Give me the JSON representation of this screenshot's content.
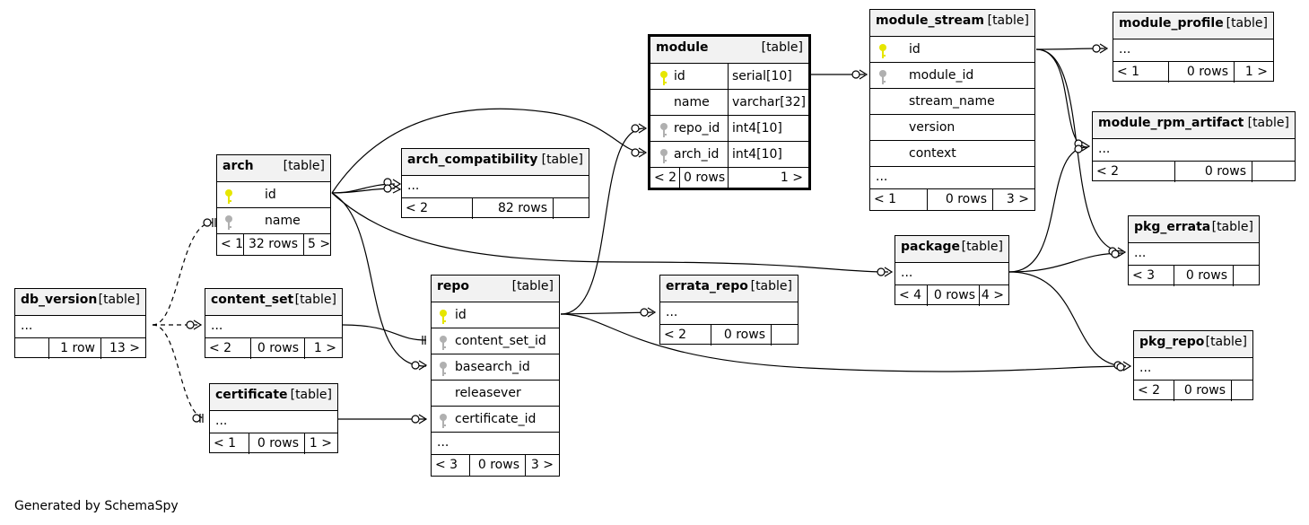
{
  "caption": "Generated by SchemaSpy",
  "tables": {
    "db_version": {
      "name": "db_version",
      "type": "[table]",
      "ellipsis": "...",
      "footer": [
        "",
        "1 row",
        "13 >"
      ]
    },
    "arch": {
      "name": "arch",
      "type": "[table]",
      "columns": [
        {
          "name": "id",
          "key": "primary"
        },
        {
          "name": "name",
          "key": "foreign"
        }
      ],
      "footer": [
        "< 1",
        "32 rows",
        "5 >"
      ]
    },
    "content_set": {
      "name": "content_set",
      "type": "[table]",
      "ellipsis": "...",
      "footer": [
        "< 2",
        "0 rows",
        "1 >"
      ]
    },
    "certificate": {
      "name": "certificate",
      "type": "[table]",
      "ellipsis": "...",
      "footer": [
        "< 1",
        "0 rows",
        "1 >"
      ]
    },
    "arch_compatibility": {
      "name": "arch_compatibility",
      "type": "[table]",
      "ellipsis": "...",
      "footer": [
        "< 2",
        "82 rows",
        ""
      ]
    },
    "repo": {
      "name": "repo",
      "type": "[table]",
      "columns": [
        {
          "name": "id",
          "key": "primary"
        },
        {
          "name": "content_set_id",
          "key": "foreign"
        },
        {
          "name": "basearch_id",
          "key": "foreign"
        },
        {
          "name": "releasever",
          "key": ""
        },
        {
          "name": "certificate_id",
          "key": "foreign"
        }
      ],
      "ellipsis": "...",
      "footer": [
        "< 3",
        "0 rows",
        "3 >"
      ]
    },
    "module": {
      "name": "module",
      "type": "[table]",
      "columns": [
        {
          "name": "id",
          "dtype": "serial[10]",
          "key": "primary"
        },
        {
          "name": "name",
          "dtype": "varchar[32]",
          "key": ""
        },
        {
          "name": "repo_id",
          "dtype": "int4[10]",
          "key": "foreign"
        },
        {
          "name": "arch_id",
          "dtype": "int4[10]",
          "key": "foreign"
        }
      ],
      "footer": [
        "< 2",
        "0 rows",
        "1 >"
      ]
    },
    "errata_repo": {
      "name": "errata_repo",
      "type": "[table]",
      "ellipsis": "...",
      "footer": [
        "< 2",
        "0 rows",
        ""
      ]
    },
    "module_stream": {
      "name": "module_stream",
      "type": "[table]",
      "columns": [
        {
          "name": "id",
          "key": "primary"
        },
        {
          "name": "module_id",
          "key": "foreign"
        },
        {
          "name": "stream_name",
          "key": ""
        },
        {
          "name": "version",
          "key": ""
        },
        {
          "name": "context",
          "key": ""
        }
      ],
      "ellipsis": "...",
      "footer": [
        "< 1",
        "0 rows",
        "3 >"
      ]
    },
    "package": {
      "name": "package",
      "type": "[table]",
      "ellipsis": "...",
      "footer": [
        "< 4",
        "0 rows",
        "4 >"
      ]
    },
    "module_profile": {
      "name": "module_profile",
      "type": "[table]",
      "ellipsis": "...",
      "footer": [
        "< 1",
        "0 rows",
        "1 >"
      ]
    },
    "module_rpm_artifact": {
      "name": "module_rpm_artifact",
      "type": "[table]",
      "ellipsis": "...",
      "footer": [
        "< 2",
        "0 rows",
        ""
      ]
    },
    "pkg_errata": {
      "name": "pkg_errata",
      "type": "[table]",
      "ellipsis": "...",
      "footer": [
        "< 3",
        "0 rows",
        ""
      ]
    },
    "pkg_repo": {
      "name": "pkg_repo",
      "type": "[table]",
      "ellipsis": "...",
      "footer": [
        "< 2",
        "0 rows",
        ""
      ]
    }
  },
  "colors": {
    "primary_key": "#e6e600",
    "foreign_key": "#b0b0b0",
    "header_bg": "#f2f2f2",
    "line": "#000000"
  }
}
